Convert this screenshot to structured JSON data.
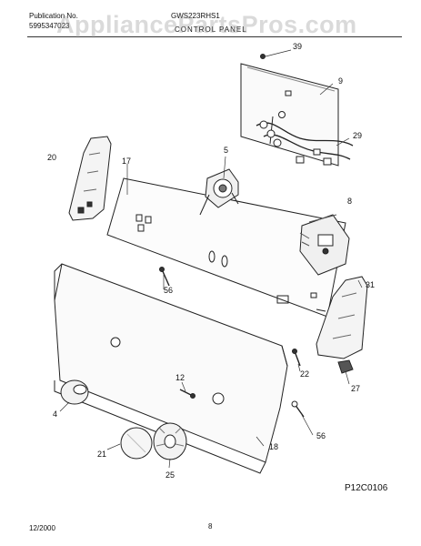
{
  "header": {
    "pub_label": "Publication No.",
    "pub_number": "5995347023",
    "model": "GWS223RHS1",
    "section": "CONTROL PANEL"
  },
  "watermark": "AppliancePartsPros.com",
  "callouts": [
    {
      "id": "39",
      "label": "39"
    },
    {
      "id": "9",
      "label": "9"
    },
    {
      "id": "29",
      "label": "29"
    },
    {
      "id": "20",
      "label": "20"
    },
    {
      "id": "17",
      "label": "17"
    },
    {
      "id": "5",
      "label": "5"
    },
    {
      "id": "8",
      "label": "8"
    },
    {
      "id": "56a",
      "label": "56"
    },
    {
      "id": "31",
      "label": "31"
    },
    {
      "id": "22",
      "label": "22"
    },
    {
      "id": "27",
      "label": "27"
    },
    {
      "id": "12",
      "label": "12"
    },
    {
      "id": "4",
      "label": "4"
    },
    {
      "id": "56b",
      "label": "56"
    },
    {
      "id": "18",
      "label": "18"
    },
    {
      "id": "21",
      "label": "21"
    },
    {
      "id": "25",
      "label": "25"
    }
  ],
  "footer": {
    "date": "12/2000",
    "page": "8",
    "figure_code": "P12C0106"
  }
}
